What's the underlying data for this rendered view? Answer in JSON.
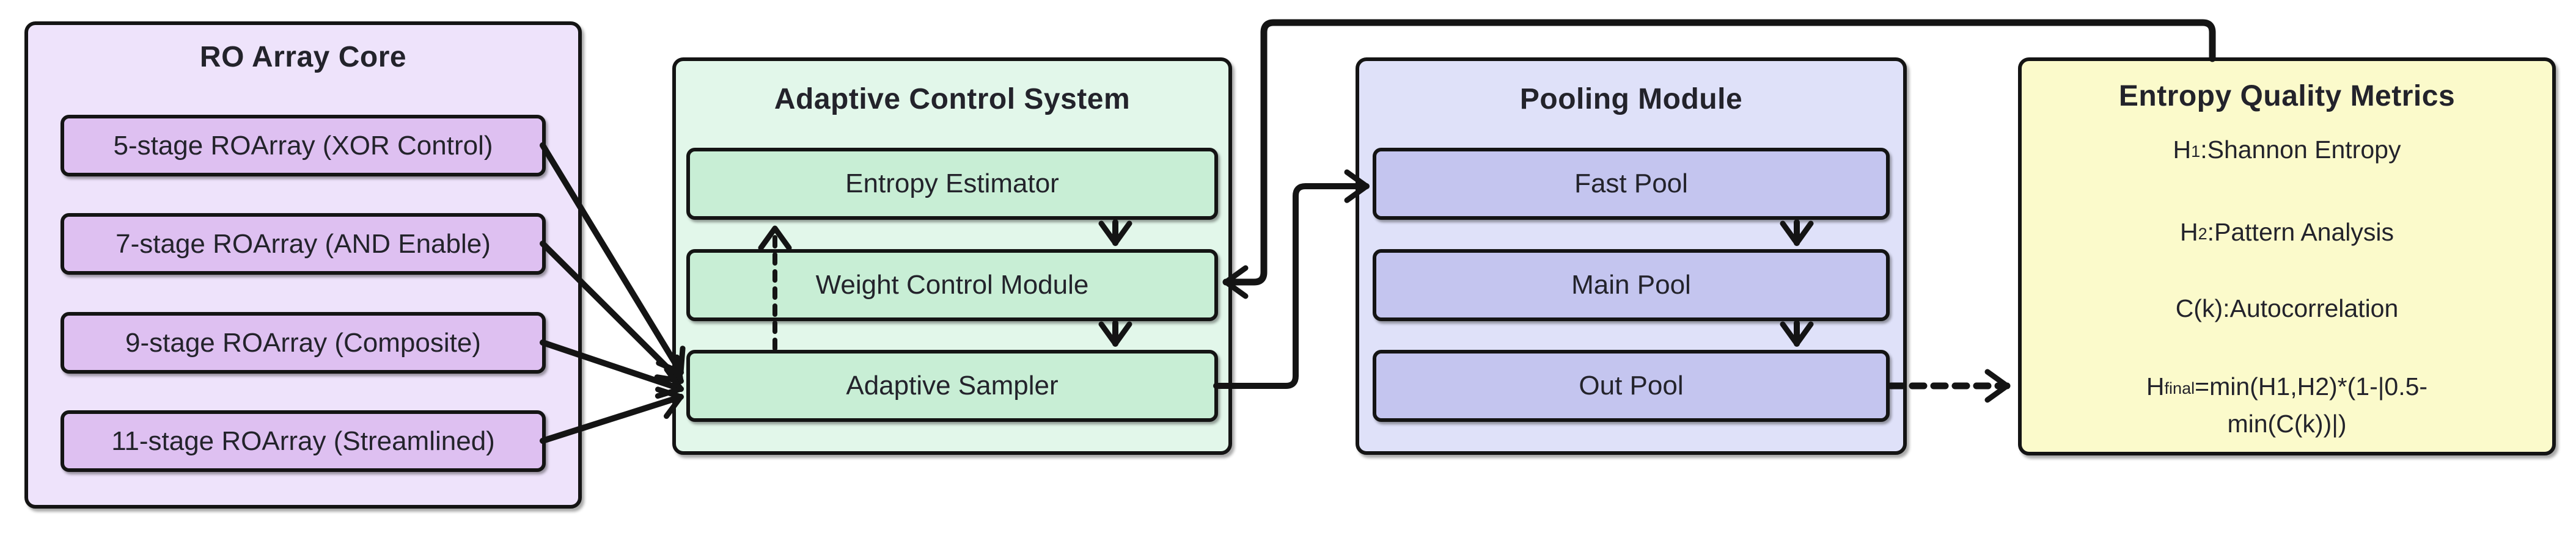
{
  "diagram_title": "",
  "groups": [
    {
      "title": "RO Array Core",
      "items": [
        "5-stage ROArray (XOR Control)",
        "7-stage ROArray (AND Enable)",
        "9-stage ROArray (Composite)",
        "11-stage ROArray (Streamlined)"
      ]
    },
    {
      "title": "Adaptive Control System",
      "items": [
        "Entropy Estimator",
        "Weight Control Module",
        "Adaptive Sampler"
      ]
    },
    {
      "title": "Pooling Module",
      "items": [
        "Fast Pool",
        "Main Pool",
        "Out Pool"
      ]
    }
  ],
  "metrics": {
    "title": "Entropy Quality Metrics",
    "lines": [
      {
        "main": "H",
        "sub": "1",
        "rest": ":Shannon Entropy"
      },
      {
        "main": "H",
        "sub": "2",
        "rest": ":Pattern Analysis"
      },
      {
        "main": "C(k)",
        "sub": "",
        "rest": ":Autocorrelation"
      },
      {
        "main": "H",
        "sub": "final",
        "rest": "=min(H1,H2)*(1-|0.5-"
      },
      {
        "main": "",
        "sub": "",
        "rest": "min(C(k))|)"
      }
    ]
  },
  "edges": [
    {
      "from": "5-stage ROArray (XOR Control)",
      "to": "Adaptive Sampler",
      "style": "solid"
    },
    {
      "from": "7-stage ROArray (AND Enable)",
      "to": "Adaptive Sampler",
      "style": "solid"
    },
    {
      "from": "9-stage ROArray (Composite)",
      "to": "Adaptive Sampler",
      "style": "solid"
    },
    {
      "from": "11-stage ROArray (Streamlined)",
      "to": "Adaptive Sampler",
      "style": "solid"
    },
    {
      "from": "Entropy Estimator",
      "to": "Weight Control Module",
      "style": "solid"
    },
    {
      "from": "Weight Control Module",
      "to": "Adaptive Sampler",
      "style": "solid"
    },
    {
      "from": "Adaptive Sampler",
      "to": "Entropy Estimator",
      "style": "dashed"
    },
    {
      "from": "Adaptive Sampler",
      "to": "Fast Pool",
      "style": "solid"
    },
    {
      "from": "Fast Pool",
      "to": "Main Pool",
      "style": "solid"
    },
    {
      "from": "Main Pool",
      "to": "Out Pool",
      "style": "solid"
    },
    {
      "from": "Out Pool",
      "to": "Entropy Quality Metrics",
      "style": "dashed"
    },
    {
      "from": "Entropy Quality Metrics",
      "to": "Weight Control Module",
      "style": "solid"
    }
  ],
  "colors": {
    "ro_bg": "#eee3fb",
    "ro_item_bg": "#dec0f1",
    "acs_bg": "#e2f7ea",
    "acs_item_bg": "#c8eed5",
    "pool_bg": "#dfe1f9",
    "pool_item_bg": "#c4c5ef",
    "metrics_bg": "#fbfacb",
    "line": "#141414",
    "text": "#23232b"
  }
}
